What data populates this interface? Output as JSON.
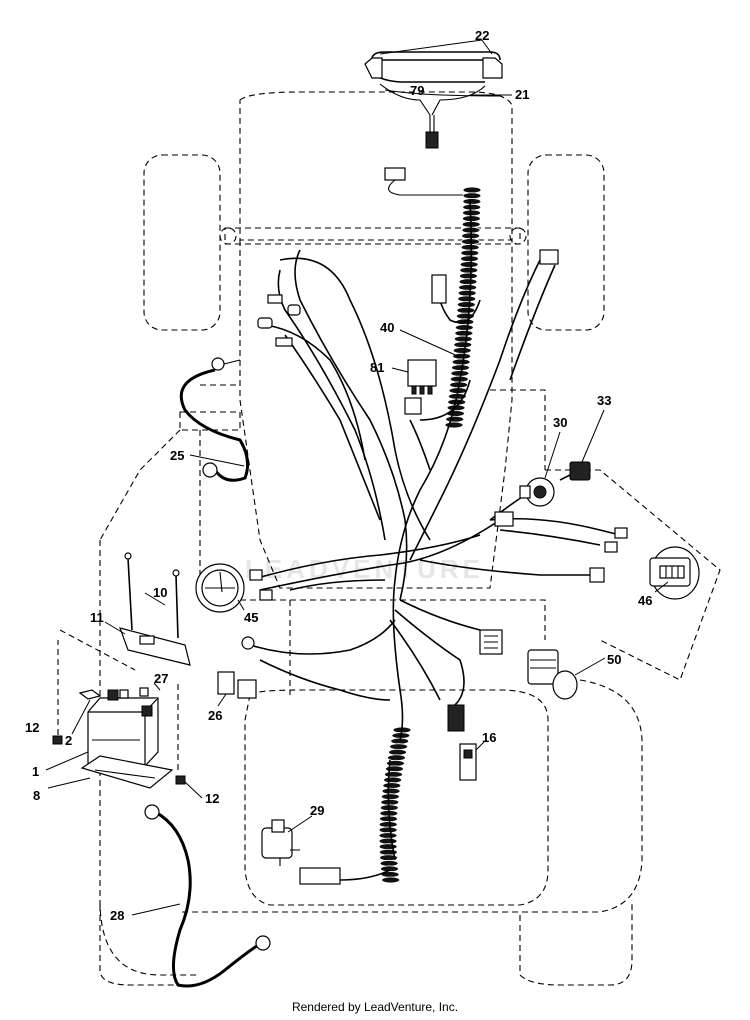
{
  "callouts": {
    "c22": "22",
    "c79": "79",
    "c21": "21",
    "c40": "40",
    "c81": "81",
    "c25": "25",
    "c33": "33",
    "c30": "30",
    "c10": "10",
    "c11": "11",
    "c45": "45",
    "c46": "46",
    "c27": "27",
    "c2": "2",
    "c12a": "12",
    "c1": "1",
    "c8": "8",
    "c12b": "12",
    "c26": "26",
    "c50": "50",
    "c16": "16",
    "c29": "29",
    "c28": "28"
  },
  "footer": "Rendered by LeadVenture, Inc.",
  "watermark": "LEADVENTURE"
}
